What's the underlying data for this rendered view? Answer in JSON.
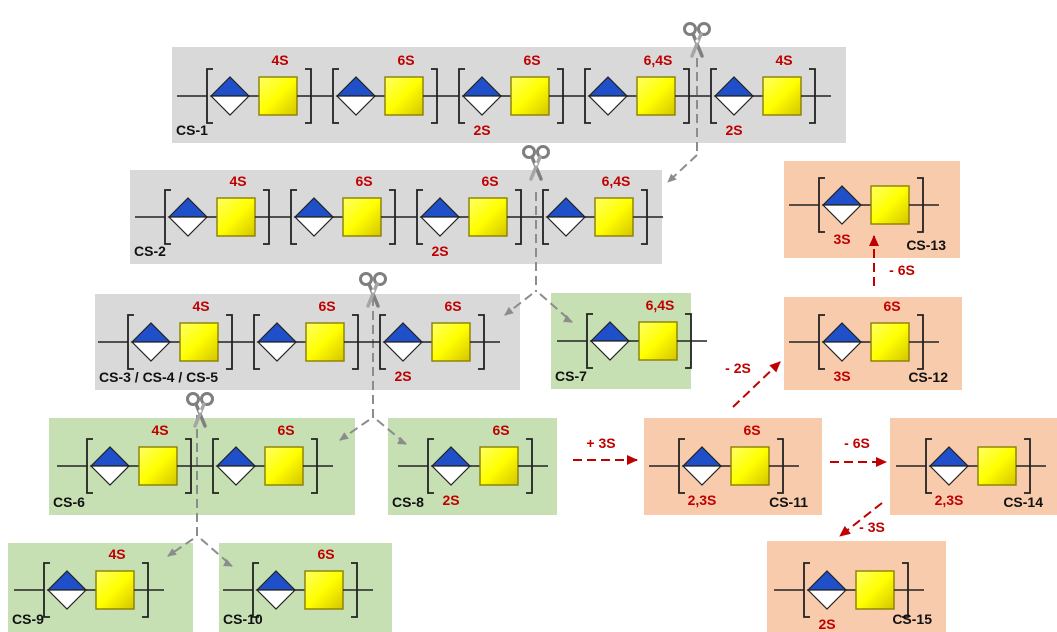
{
  "colors": {
    "gray_box": "#d9d9d9",
    "green_box": "#c6e0b4",
    "orange_box": "#f8cbad",
    "sulfate_text": "#c00000",
    "name_text": "#111111",
    "galnac_yellow": "#ffff00",
    "glca_blue": "#1f4fc9",
    "gray_arrow": "#8c8c8c",
    "red_arrow": "#c00000"
  },
  "structures": [
    {
      "id": "CS-1",
      "name": "CS-1",
      "box_color": "gray",
      "units": [
        {
          "top": "4S",
          "bottom": ""
        },
        {
          "top": "6S",
          "bottom": ""
        },
        {
          "top": "6S",
          "bottom": "2S"
        },
        {
          "top": "6,4S",
          "bottom": ""
        },
        {
          "top": "4S",
          "bottom": "2S"
        }
      ]
    },
    {
      "id": "CS-2",
      "name": "CS-2",
      "box_color": "gray",
      "units": [
        {
          "top": "4S",
          "bottom": ""
        },
        {
          "top": "6S",
          "bottom": ""
        },
        {
          "top": "6S",
          "bottom": "2S"
        },
        {
          "top": "6,4S",
          "bottom": ""
        }
      ]
    },
    {
      "id": "CS-3",
      "name": "CS-3 / CS-4 / CS-5",
      "box_color": "gray",
      "units": [
        {
          "top": "4S",
          "bottom": ""
        },
        {
          "top": "6S",
          "bottom": ""
        },
        {
          "top": "6S",
          "bottom": "2S"
        }
      ]
    },
    {
      "id": "CS-7",
      "name": "CS-7",
      "box_color": "green",
      "units": [
        {
          "top": "6,4S",
          "bottom": ""
        }
      ]
    },
    {
      "id": "CS-6",
      "name": "CS-6",
      "box_color": "green",
      "units": [
        {
          "top": "4S",
          "bottom": ""
        },
        {
          "top": "6S",
          "bottom": ""
        }
      ]
    },
    {
      "id": "CS-8",
      "name": "CS-8",
      "box_color": "green",
      "units": [
        {
          "top": "6S",
          "bottom": "2S"
        }
      ]
    },
    {
      "id": "CS-9",
      "name": "CS-9",
      "box_color": "green",
      "units": [
        {
          "top": "4S",
          "bottom": ""
        }
      ]
    },
    {
      "id": "CS-10",
      "name": "CS-10",
      "box_color": "green",
      "units": [
        {
          "top": "6S",
          "bottom": ""
        }
      ]
    },
    {
      "id": "CS-11",
      "name": "CS-11",
      "box_color": "orange",
      "units": [
        {
          "top": "6S",
          "bottom": "2,3S"
        }
      ]
    },
    {
      "id": "CS-12",
      "name": "CS-12",
      "box_color": "orange",
      "units": [
        {
          "top": "6S",
          "bottom": "3S"
        }
      ]
    },
    {
      "id": "CS-13",
      "name": "CS-13",
      "box_color": "orange",
      "units": [
        {
          "top": "",
          "bottom": "3S"
        }
      ]
    },
    {
      "id": "CS-14",
      "name": "CS-14",
      "box_color": "orange",
      "units": [
        {
          "top": "",
          "bottom": "2,3S"
        }
      ]
    },
    {
      "id": "CS-15",
      "name": "CS-15",
      "box_color": "orange",
      "units": [
        {
          "top": "",
          "bottom": "2S"
        }
      ]
    }
  ],
  "reactions": [
    {
      "id": "r1",
      "label": "+ 3S"
    },
    {
      "id": "r2",
      "label": "- 2S"
    },
    {
      "id": "r3",
      "label": "- 6S"
    },
    {
      "id": "r4",
      "label": "- 6S"
    },
    {
      "id": "r5",
      "label": "- 3S"
    }
  ]
}
